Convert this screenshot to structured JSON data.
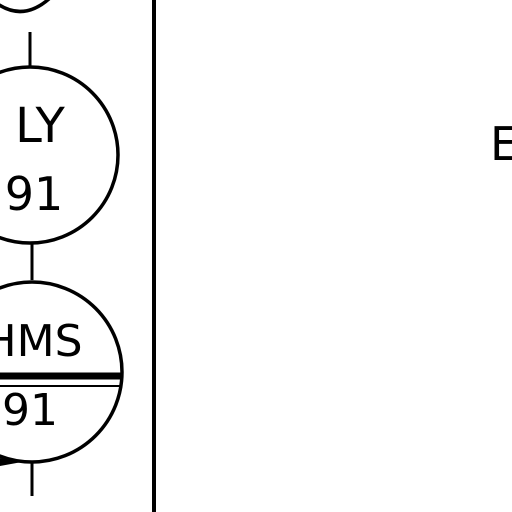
{
  "instruments": [
    {
      "tag": "LY",
      "number": "91"
    },
    {
      "tag": "HMS",
      "number": "91"
    }
  ],
  "partial_label": "E"
}
